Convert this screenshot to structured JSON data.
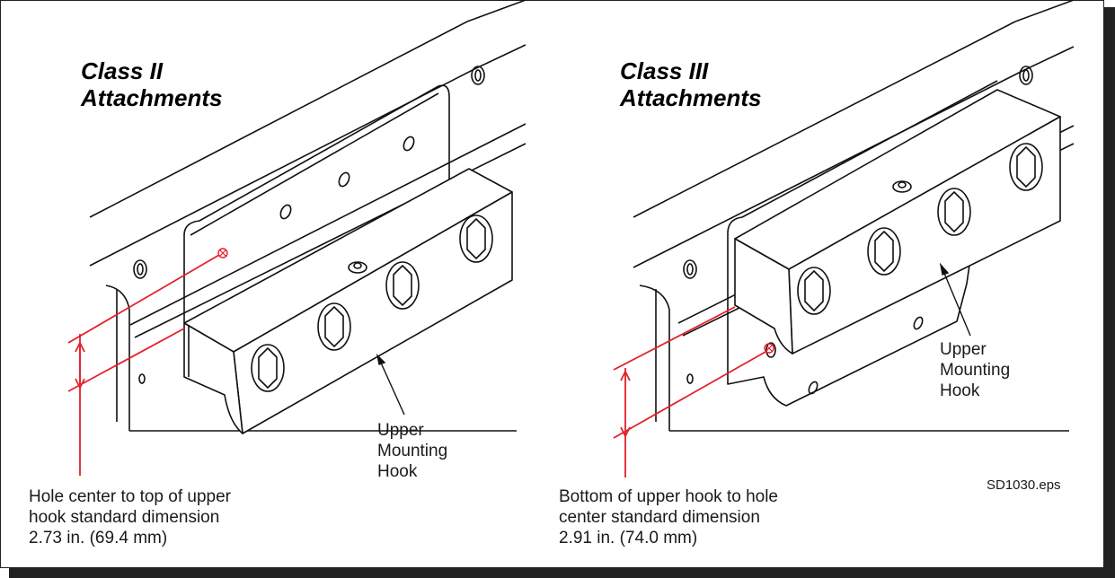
{
  "class_ii": {
    "title_line1": "Class II",
    "title_line2": "Attachments",
    "hook_label": [
      "Upper",
      "Mounting",
      "Hook"
    ],
    "caption": [
      "Hole center to top of upper",
      "hook standard dimension",
      "2.73 in. (69.4 mm)"
    ]
  },
  "class_iii": {
    "title_line1": "Class III",
    "title_line2": "Attachments",
    "hook_label": [
      "Upper",
      "Mounting",
      "Hook"
    ],
    "caption": [
      "Bottom of upper hook to hole",
      "center standard dimension",
      "2.91 in. (74.0 mm)"
    ]
  },
  "file_label": "SD1030.eps",
  "colors": {
    "dimension": "#e4202a",
    "line": "#111111",
    "face": "#ffffff",
    "shadow": "#222222"
  }
}
